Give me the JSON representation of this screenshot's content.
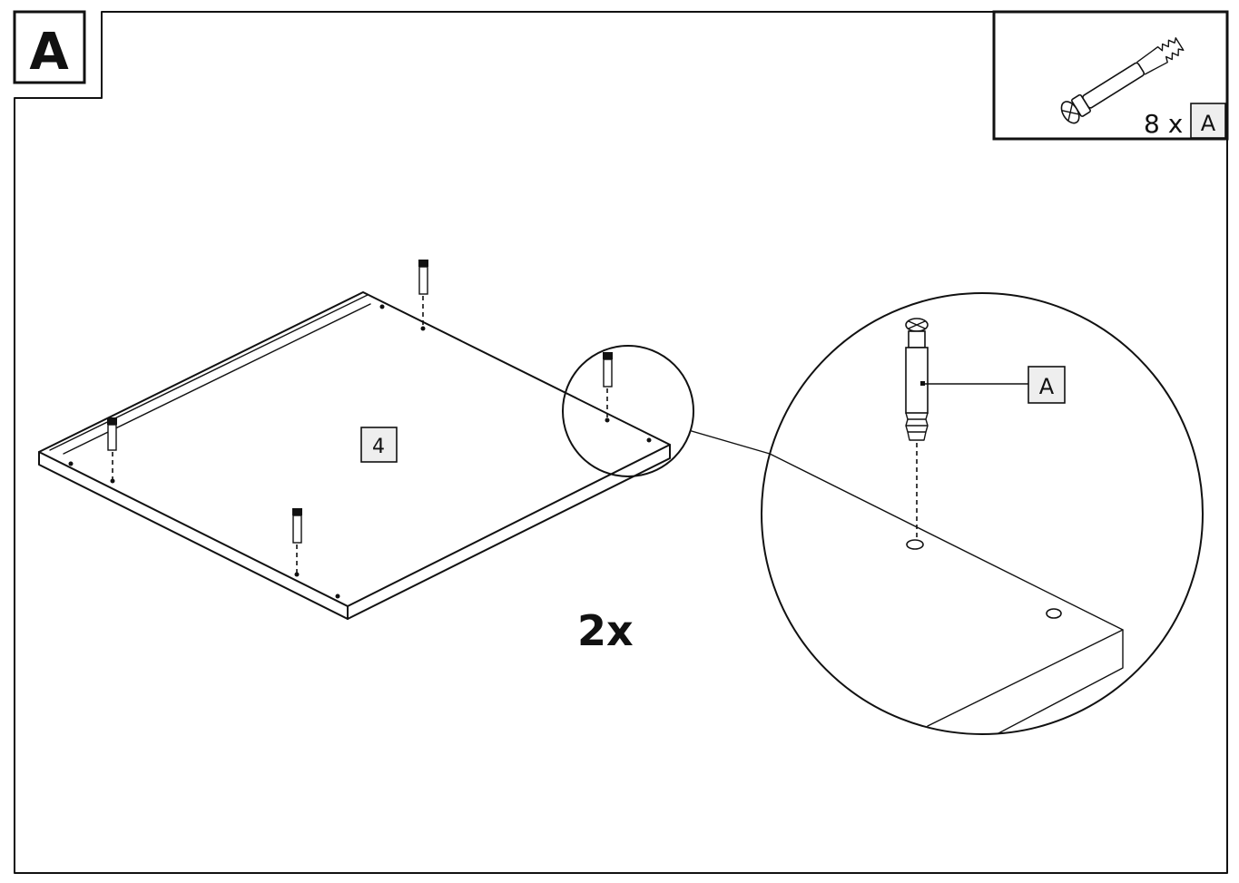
{
  "step": {
    "letter": "A"
  },
  "parts_box": {
    "count": "8 x",
    "part_label": "A",
    "part_icon": "cam-bolt-icon"
  },
  "panel": {
    "label": "4"
  },
  "multiplier": "2x",
  "detail": {
    "callout_label": "A"
  },
  "colors": {
    "line": "#111111",
    "label_fill": "#eeeeee",
    "background": "#ffffff"
  }
}
